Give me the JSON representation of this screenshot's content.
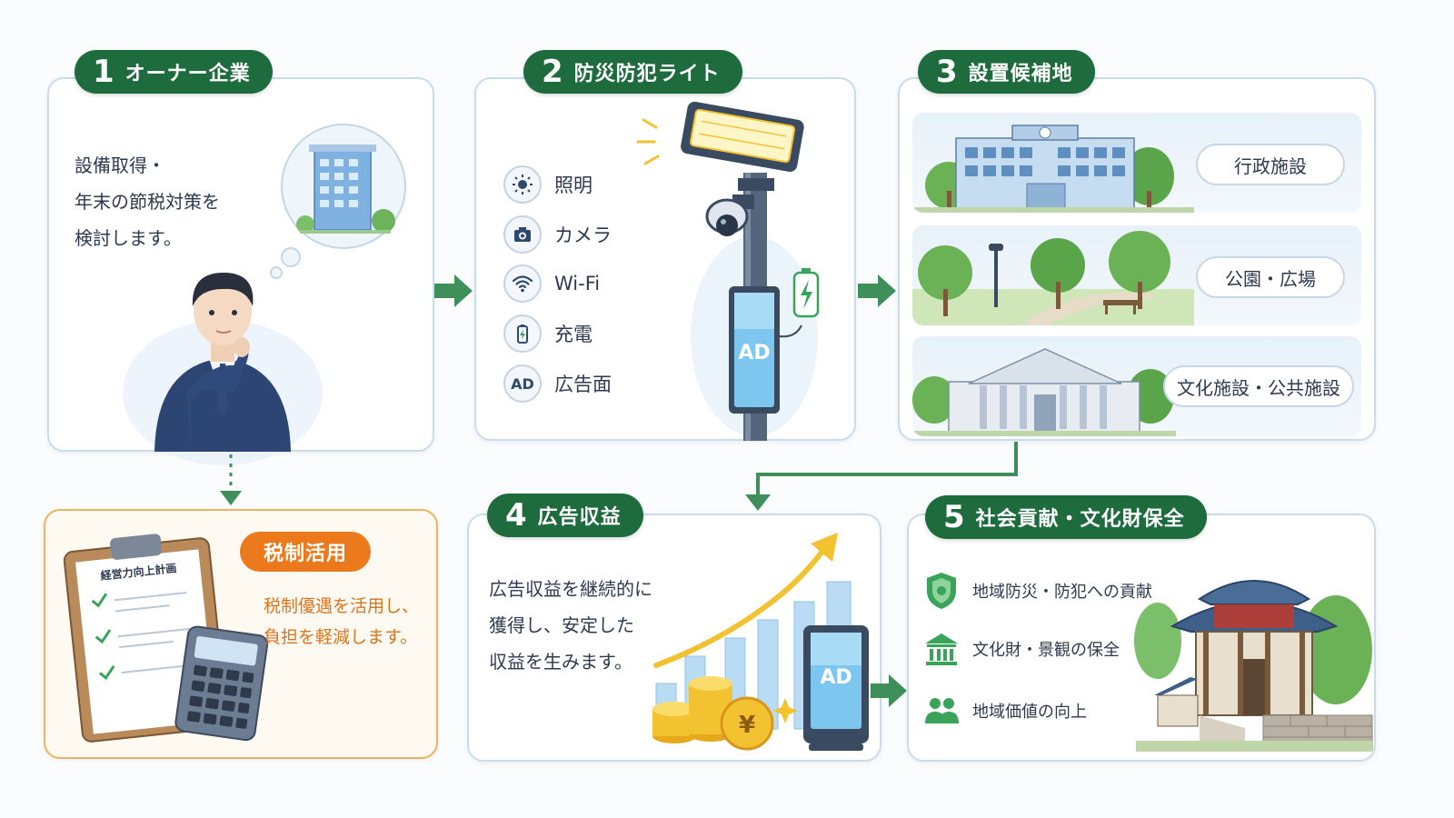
{
  "colors": {
    "green": "#1e6b3e",
    "orange": "#ec7a1c",
    "panel_border": "#c9dcec"
  },
  "steps": [
    {
      "num": "1",
      "label": "オーナー企業",
      "text": [
        "設備取得・",
        "年末の節税対策を",
        "検討します。"
      ]
    },
    {
      "num": "2",
      "label": "防災防犯ライト",
      "features": [
        {
          "icon": "sun-icon",
          "label": "照明"
        },
        {
          "icon": "camera-icon",
          "label": "カメラ"
        },
        {
          "icon": "wifi-icon",
          "label": "Wi-Fi"
        },
        {
          "icon": "battery-charge-icon",
          "label": "充電"
        },
        {
          "icon": "ad-icon",
          "label": "広告面",
          "glyph": "AD"
        }
      ],
      "signage": "AD"
    },
    {
      "num": "3",
      "label": "設置候補地",
      "sites": [
        "行政施設",
        "公園・広場",
        "文化施設・公共施設"
      ]
    },
    {
      "num": "4",
      "label": "広告収益",
      "text": [
        "広告収益を継続的に",
        "獲得し、安定した",
        "収益を生みます。"
      ],
      "signage": "AD",
      "coin": "¥"
    },
    {
      "num": "5",
      "label": "社会貢献・文化財保全",
      "items": [
        {
          "icon": "shield-icon",
          "label": "地域防災・防犯への貢献"
        },
        {
          "icon": "museum-icon",
          "label": "文化財・景観の保全"
        },
        {
          "icon": "people-icon",
          "label": "地域価値の向上"
        }
      ]
    }
  ],
  "tax": {
    "label": "税制活用",
    "text": [
      "税制優遇を活用し、",
      "負担を軽減します。"
    ],
    "clipboard_title": "経営力向上計画"
  }
}
